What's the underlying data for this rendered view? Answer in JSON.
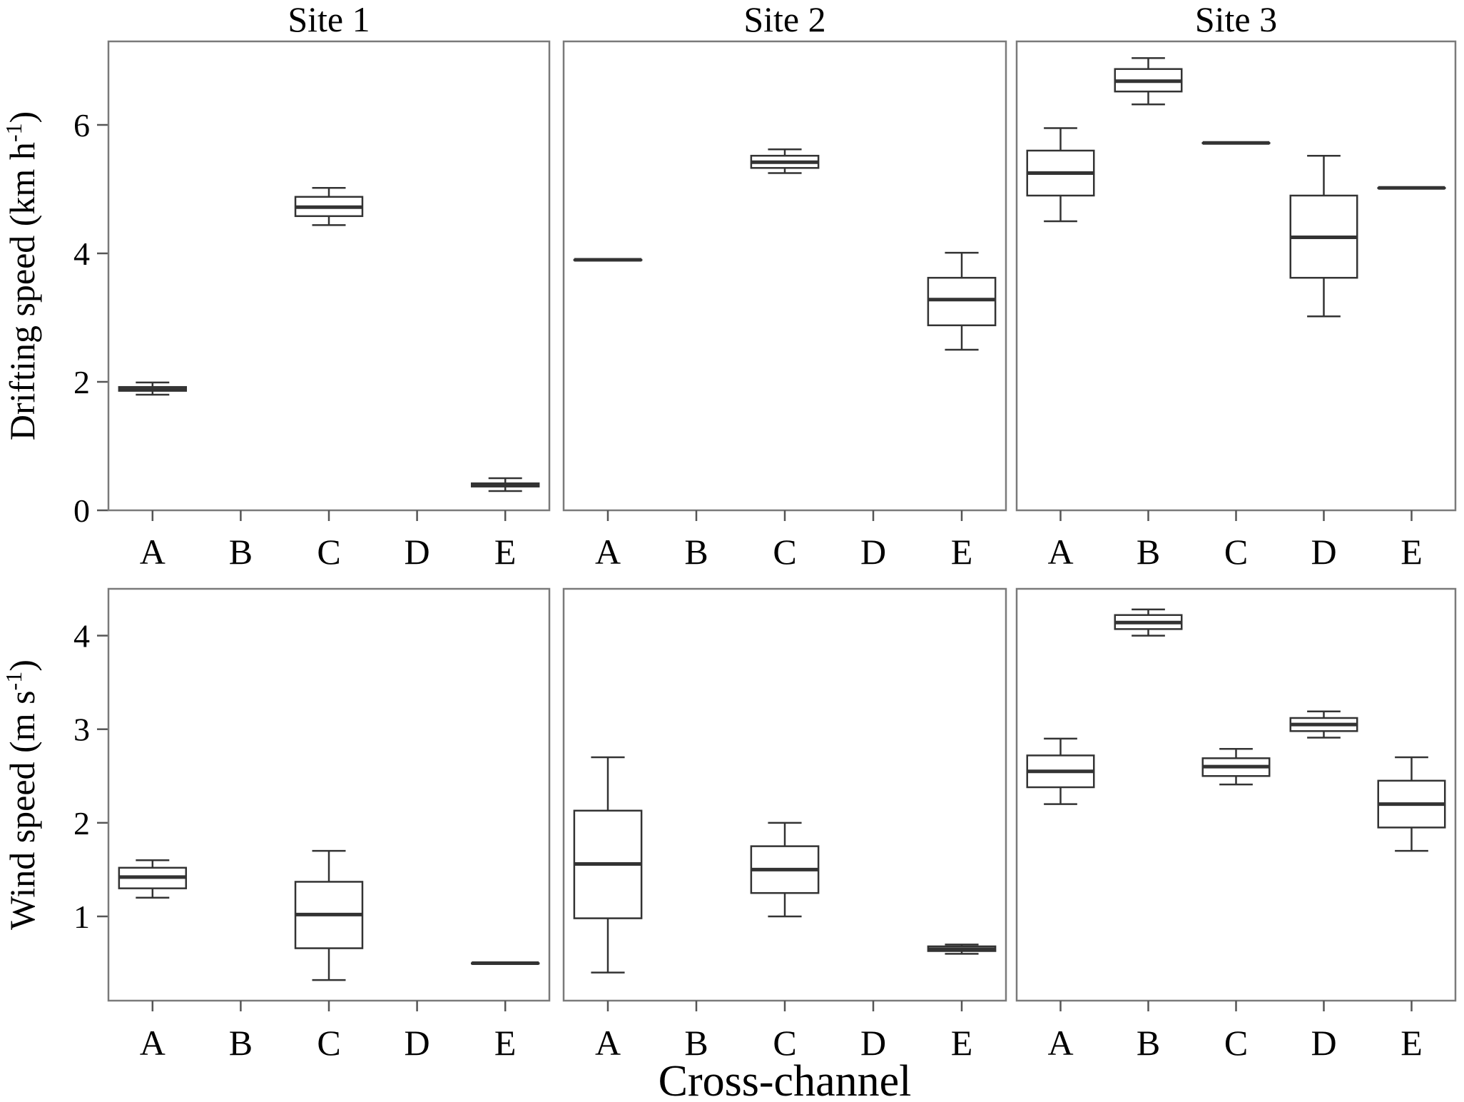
{
  "chart_data": {
    "type": "box",
    "xlabel": "Cross-channel",
    "column_titles": [
      "Site 1",
      "Site 2",
      "Site 3"
    ],
    "categories": [
      "A",
      "B",
      "C",
      "D",
      "E"
    ],
    "rows": [
      {
        "ylabel_main": "Drifting speed (km h",
        "ylabel_sup": "-1",
        "ylabel_end": ")",
        "ylim": [
          0,
          7.3
        ],
        "yticks": [
          0,
          2,
          4,
          6
        ],
        "yticklabels": [
          "0",
          "2",
          "4",
          "6"
        ],
        "panels": [
          {
            "site": "Site 1",
            "boxes": [
              {
                "category": "A",
                "min": 1.8,
                "q1": 1.86,
                "median": 1.88,
                "q3": 1.92,
                "max": 1.99
              },
              {
                "category": "C",
                "min": 4.44,
                "q1": 4.58,
                "median": 4.72,
                "q3": 4.88,
                "max": 5.02
              },
              {
                "category": "E",
                "min": 0.3,
                "q1": 0.37,
                "median": 0.4,
                "q3": 0.42,
                "max": 0.5
              }
            ]
          },
          {
            "site": "Site 2",
            "boxes": [
              {
                "category": "A",
                "min": 3.9,
                "q1": 3.9,
                "median": 3.9,
                "q3": 3.9,
                "max": 3.9
              },
              {
                "category": "C",
                "min": 5.25,
                "q1": 5.33,
                "median": 5.42,
                "q3": 5.52,
                "max": 5.62
              },
              {
                "category": "E",
                "min": 2.5,
                "q1": 2.88,
                "median": 3.28,
                "q3": 3.62,
                "max": 4.01
              }
            ]
          },
          {
            "site": "Site 3",
            "boxes": [
              {
                "category": "A",
                "min": 4.5,
                "q1": 4.9,
                "median": 5.25,
                "q3": 5.6,
                "max": 5.95
              },
              {
                "category": "B",
                "min": 6.32,
                "q1": 6.52,
                "median": 6.68,
                "q3": 6.87,
                "max": 7.04
              },
              {
                "category": "C",
                "min": 5.72,
                "q1": 5.72,
                "median": 5.72,
                "q3": 5.72,
                "max": 5.72
              },
              {
                "category": "D",
                "min": 3.02,
                "q1": 3.62,
                "median": 4.25,
                "q3": 4.9,
                "max": 5.52
              },
              {
                "category": "E",
                "min": 5.02,
                "q1": 5.02,
                "median": 5.02,
                "q3": 5.02,
                "max": 5.02
              }
            ]
          }
        ]
      },
      {
        "ylabel_main": "Wind speed (m s",
        "ylabel_sup": "-1",
        "ylabel_end": ")",
        "ylim": [
          0.1,
          4.5
        ],
        "yticks": [
          1,
          2,
          3,
          4
        ],
        "yticklabels": [
          "1",
          "2",
          "3",
          "4"
        ],
        "panels": [
          {
            "site": "Site 1",
            "boxes": [
              {
                "category": "A",
                "min": 1.2,
                "q1": 1.3,
                "median": 1.42,
                "q3": 1.52,
                "max": 1.6
              },
              {
                "category": "C",
                "min": 0.32,
                "q1": 0.66,
                "median": 1.02,
                "q3": 1.37,
                "max": 1.7
              },
              {
                "category": "E",
                "min": 0.5,
                "q1": 0.5,
                "median": 0.5,
                "q3": 0.5,
                "max": 0.5
              }
            ]
          },
          {
            "site": "Site 2",
            "boxes": [
              {
                "category": "A",
                "min": 0.4,
                "q1": 0.98,
                "median": 1.56,
                "q3": 2.13,
                "max": 2.7
              },
              {
                "category": "C",
                "min": 1.0,
                "q1": 1.25,
                "median": 1.5,
                "q3": 1.75,
                "max": 2.0
              },
              {
                "category": "E",
                "min": 0.6,
                "q1": 0.63,
                "median": 0.65,
                "q3": 0.68,
                "max": 0.7
              }
            ]
          },
          {
            "site": "Site 3",
            "boxes": [
              {
                "category": "A",
                "min": 2.2,
                "q1": 2.38,
                "median": 2.55,
                "q3": 2.72,
                "max": 2.9
              },
              {
                "category": "B",
                "min": 4.0,
                "q1": 4.07,
                "median": 4.14,
                "q3": 4.22,
                "max": 4.28
              },
              {
                "category": "C",
                "min": 2.41,
                "q1": 2.5,
                "median": 2.6,
                "q3": 2.69,
                "max": 2.79
              },
              {
                "category": "D",
                "min": 2.91,
                "q1": 2.98,
                "median": 3.05,
                "q3": 3.12,
                "max": 3.19
              },
              {
                "category": "E",
                "min": 1.7,
                "q1": 1.95,
                "median": 2.2,
                "q3": 2.45,
                "max": 2.7
              }
            ]
          }
        ]
      }
    ]
  }
}
